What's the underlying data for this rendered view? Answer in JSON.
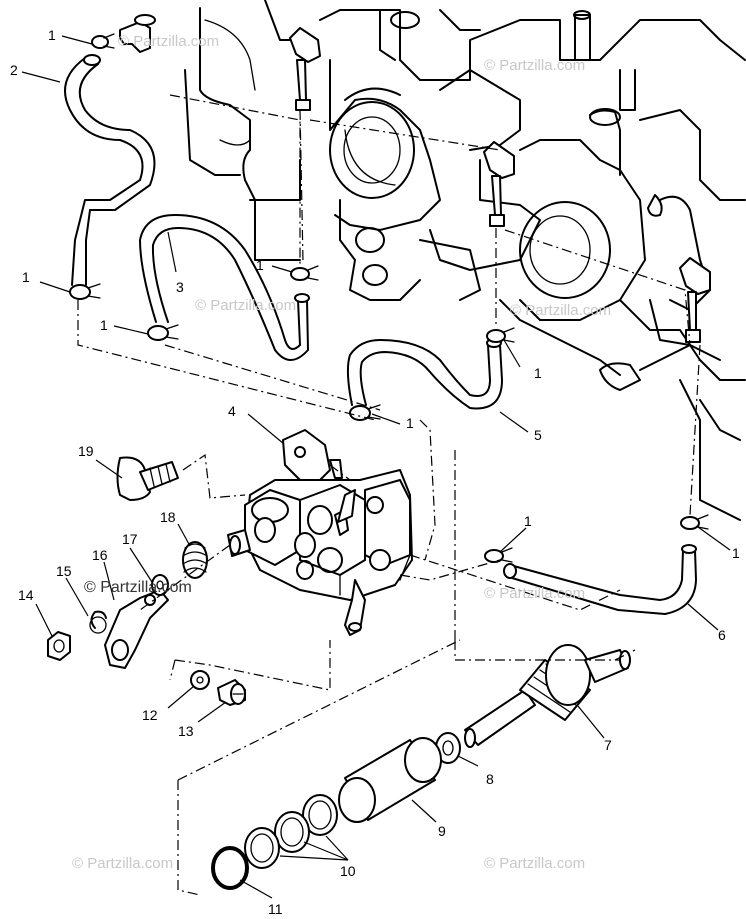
{
  "watermark": "© Partzilla.com",
  "callouts": {
    "c1": "1",
    "c2": "2",
    "c3": "3",
    "c4": "4",
    "c5": "5",
    "c6": "6",
    "c7": "7",
    "c8": "8",
    "c9": "9",
    "c10": "10",
    "c11": "11",
    "c12": "12",
    "c13": "13",
    "c14": "14",
    "c15": "15",
    "c16": "16",
    "c17": "17",
    "c18": "18",
    "c19": "19"
  }
}
